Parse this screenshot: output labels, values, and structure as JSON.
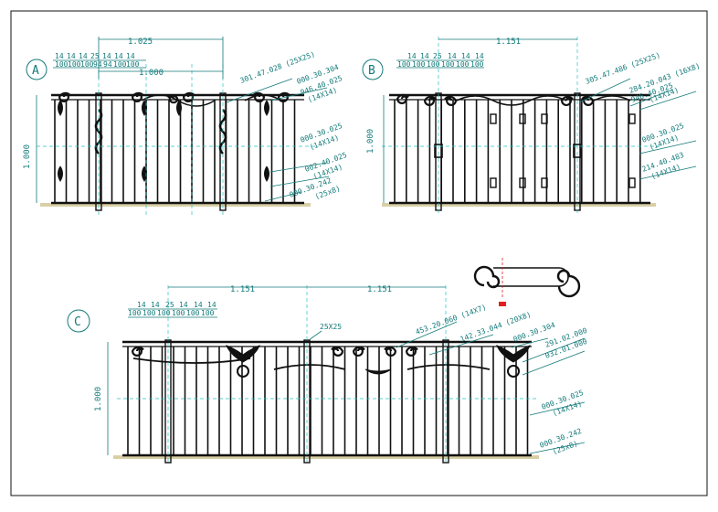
{
  "colors": {
    "frame": "#111111",
    "dimension": "#147a7a",
    "centerline": "#27c3c3",
    "ground": "#d9cfa6",
    "ink": "#111111",
    "marker": "#e02020"
  },
  "panel_a": {
    "label": "A",
    "width_total": "1.025",
    "width_half": "1.000",
    "height": "1.000",
    "spacing_top": [
      "14",
      "14",
      "14",
      "25",
      "14",
      "14",
      "14"
    ],
    "spacing_bottom": [
      "100",
      "100",
      "100",
      "94",
      "94",
      "100",
      "100"
    ],
    "callouts": [
      "301.47.028 (25X25)",
      "000.30.304",
      "946.40.025",
      "(14X14)",
      "000.30.025",
      "(14X14)",
      "002.40.025",
      "(14X14)",
      "000.30.242",
      "(25x8)"
    ]
  },
  "panel_b": {
    "label": "B",
    "width_total": "1.151",
    "height": "1.000",
    "spacing_top": [
      "14",
      "14",
      "25",
      "14",
      "14",
      "14"
    ],
    "spacing_bottom": [
      "100",
      "100",
      "100",
      "100",
      "100",
      "100"
    ],
    "callouts": [
      "305.47.486 (25X25)",
      "284.20.043 (16X8)",
      "946.40.025",
      "(14X14)",
      "000.30.025",
      "(14X14)",
      "214.40.483",
      "(14X14)"
    ]
  },
  "panel_c": {
    "label": "C",
    "width_left": "1.151",
    "width_right": "1.151",
    "height": "1.000",
    "post_size": "25X25",
    "spacing_top": [
      "14",
      "14",
      "25",
      "14",
      "14",
      "14"
    ],
    "spacing_bottom": [
      "100",
      "100",
      "100",
      "100",
      "100",
      "100"
    ],
    "callouts": [
      "453.20.060 (14X7)",
      "142.33.044 (20X8)",
      "000.30.304",
      "291.02.000",
      "032.01.000",
      "000.30.025",
      "(14X14)",
      "000.30.242",
      "(25x8)"
    ]
  }
}
